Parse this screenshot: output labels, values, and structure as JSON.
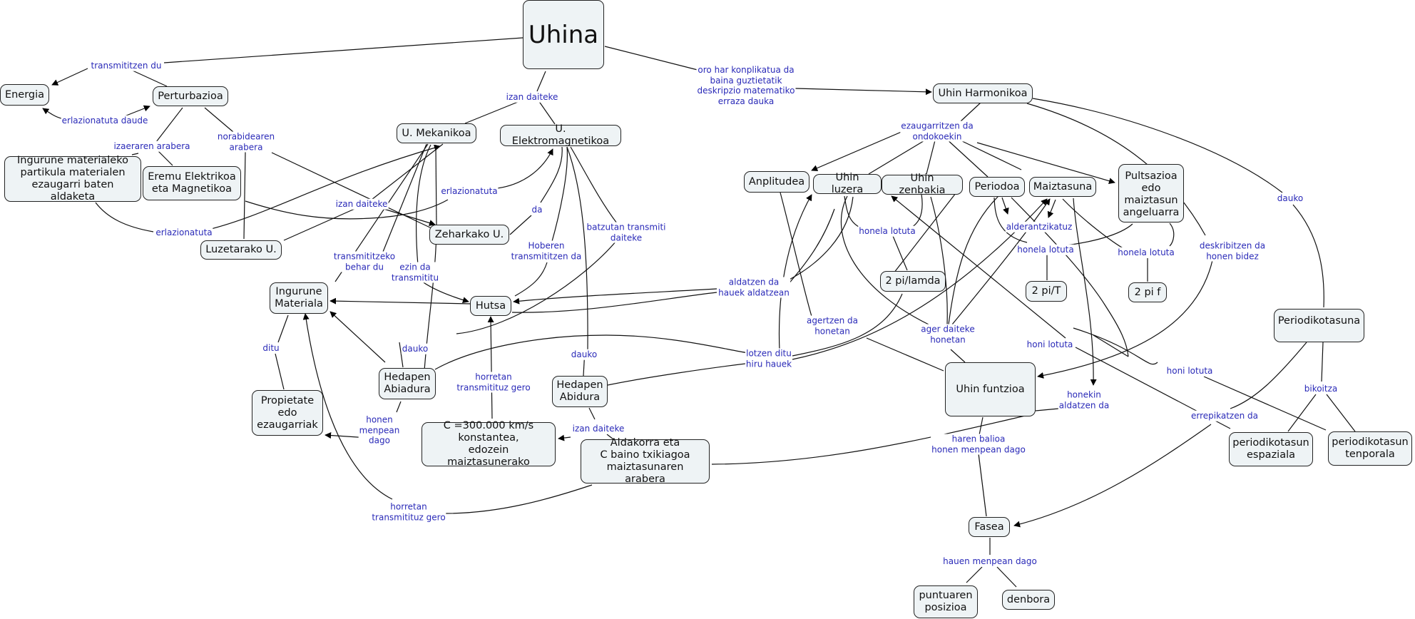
{
  "title": "Uhina",
  "colors": {
    "node_fill": "#eef3f5",
    "node_border": "#222222",
    "link_label": "#2a2ab8",
    "line": "#111111"
  },
  "nodes": {
    "uhina": "Uhina",
    "energia": "Energia",
    "perturbazioa": "Perturbazioa",
    "ingurune_partikula": "Ingurune materialeko\npartikula materialen\nezaugarri baten aldaketa",
    "eremu": "Eremu Elektrikoa\neta Magnetikoa",
    "luzetarako": "Luzetarako U.",
    "mekanikoa": "U. Mekanikoa",
    "elektromagnetikoa": "U. Elektromagnetikoa",
    "zeharkako": "Zeharkako U.",
    "ingurune_materiala": "Ingurune\nMateriala",
    "hutsa": "Hutsa",
    "propietate": "Propietate\nedo\nezaugarriak",
    "hedapen_abiadura": "Hedapen\nAbiadura",
    "hedapen_abidura": "Hedapen\nAbidura",
    "c_konstantea": "C =300.000 km/s\nkonstantea,\nedozein maiztasunerako",
    "aldakorra": "Aldakorra eta\nC baino txikiagoa\nmaiztasunaren arabera",
    "harmonikoa": "Uhin Harmonikoa",
    "anplitudea": "Anplitudea",
    "uhin_luzera": "Uhin luzera",
    "uhin_zenbakia": "Uhin zenbakia",
    "periodoa": "Periodoa",
    "maiztasuna": "Maiztasuna",
    "pultsazioa": "Pultsazioa\nedo\nmaiztasun\nangeluarra",
    "pi_lamda": "2 pi/lamda",
    "pi_t": "2 pi/T",
    "pi_f": "2 pi f",
    "uhin_funtzioa": "Uhin funtzioa",
    "periodikotasuna": "Periodikotasuna",
    "espaziala": "periodikotasun\nespaziala",
    "tenporala": "periodikotasun\ntenporala",
    "fasea": "Fasea",
    "posizioa": "puntuaren\nposizioa",
    "denbora": "denbora"
  },
  "labels": {
    "transmititzen_du": "transmititzen du",
    "erlazionatuta_daude": "erlazionatuta daude",
    "izaeraren_arabera": "izaeraren arabera",
    "norabidearen_arabera": "norabidearen\narabera",
    "izan_daiteke_top": "izan daiteke",
    "oro_har": "oro har konplikatua da\nbaina guztietatik\ndeskripzio matematiko\nerraza dauka",
    "erlazionatuta_left": "erlazionatuta",
    "izan_daiteke_mek": "izan daiteke",
    "erlazionatuta_mid": "erlazionatuta",
    "da": "da",
    "transmititzeko": "transmititzeko\nbehar du",
    "ezin_da": "ezin da\ntransmititu",
    "hoberen": "Hoberen\ntransmititzen da",
    "batzutan": "batzutan transmiti\ndaiteke",
    "ditu": "ditu",
    "dauko_mek": "dauko",
    "dauko_em": "dauko",
    "honen_menpean": "honen\nmenpean\ndago",
    "horretan_1": "horretan\ntransmitituz gero",
    "horretan_2": "horretan\ntransmitituz gero",
    "izan_daiteke_hed": "izan daiteke",
    "aldatzen_da": "aldatzen da\nhauek aldatzean",
    "lotzen_ditu": "lotzen ditu\nhiru hauek",
    "ezaugarritzen": "ezaugarritzen da\nondokoekin",
    "honela_lotuta_1": "honela lotuta",
    "honela_lotuta_2": "honela lotuta",
    "honela_lotuta_3": "honela lotuta",
    "alderantzikatuz": "alderantzikatuz",
    "agertzen_da": "agertzen da\nhonetan",
    "ager_daiteke": "ager daiteke\nhonetan",
    "honi_lotuta_1": "honi lotuta",
    "honi_lotuta_2": "honi lotuta",
    "honekin": "honekin\naldatzen da",
    "deskribitzen": "deskribitzen da\nhonen bidez",
    "dauko_harm": "dauko",
    "bikoitza": "bikoitza",
    "errepikatzen": "errepikatzen da",
    "haren_balioa": "haren balioa\nhonen menpean dago",
    "hauen_menpean": "hauen menpean dago"
  }
}
